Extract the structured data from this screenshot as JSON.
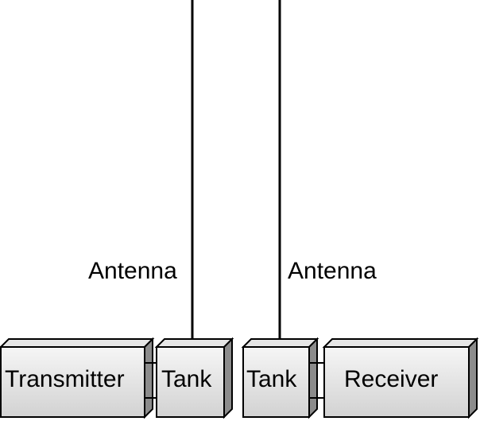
{
  "diagram": {
    "antenna_label_left": "Antenna",
    "antenna_label_right": "Antenna",
    "blocks": {
      "transmitter": "Transmitter",
      "tank_left": "Tank",
      "tank_right": "Tank",
      "receiver": "Receiver"
    }
  },
  "colors": {
    "stroke": "#000000",
    "face_light": "#f4f4f4",
    "face_mid": "#d8d8d8",
    "top_face": "#e6e6e6",
    "side_face": "#8c8c8c"
  }
}
